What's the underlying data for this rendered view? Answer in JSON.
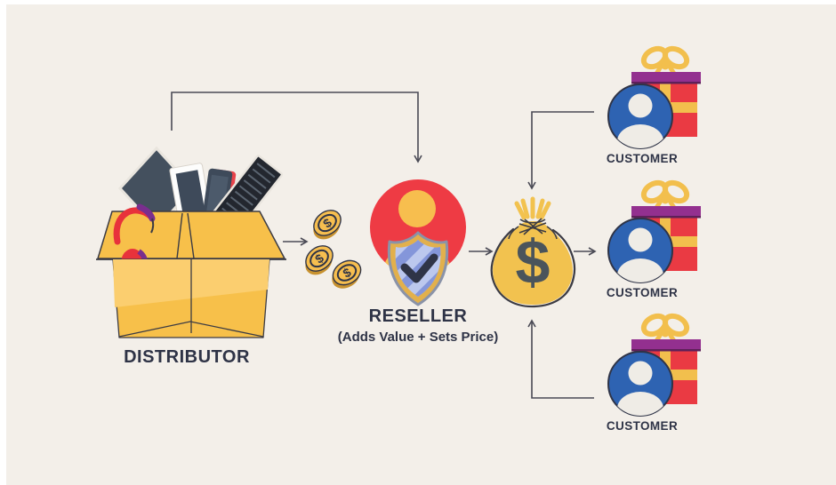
{
  "diagram_title": "distribution-channel-flow",
  "palette": {
    "background": "#F3EFE9",
    "page_border": "#FFFFFF",
    "arrow_line": "#4A4A55",
    "text": "#2E3346",
    "red": "#EE3B44",
    "gift_red": "#EA3A43",
    "yellow": "#F6BE4F",
    "yellow_light": "#FBCE6F",
    "bag_yellow": "#F2C24F",
    "blue_avatar": "#2E63B2",
    "shield_blue_light": "#BCC8EE",
    "shield_blue_stripe": "#8496DA",
    "shield_gold_rim": "#E2B04C",
    "purple": "#93308F",
    "device_dark": "#3E4A5A",
    "outline_dark": "#2F3447",
    "bag_dollar": "#4A545B",
    "coin_edge": "#C8922F"
  },
  "nodes": {
    "distributor": {
      "label": "DISTRIBUTOR",
      "icon": "open-box-with-electronics"
    },
    "coins": {
      "icon": "dollar-coins",
      "symbol": "$",
      "count": 3
    },
    "reseller": {
      "label": "RESELLER",
      "sublabel": "(Adds Value + Sets Price)",
      "icon": "person-with-shield-check"
    },
    "money_bag": {
      "icon": "money-bag",
      "symbol": "$"
    },
    "customers": [
      {
        "label": "CUSTOMER",
        "icon": "person-with-gift"
      },
      {
        "label": "CUSTOMER",
        "icon": "person-with-gift"
      },
      {
        "label": "CUSTOMER",
        "icon": "person-with-gift"
      }
    ]
  },
  "edges": [
    {
      "from": "distributor",
      "to": "reseller",
      "style": "elbow-over-top"
    },
    {
      "from": "distributor",
      "to": "coins",
      "style": "straight-right"
    },
    {
      "from": "reseller",
      "to": "money-bag",
      "style": "straight-right"
    },
    {
      "from": "money-bag",
      "to": "customer-2",
      "style": "straight-right"
    },
    {
      "from": "customer-1",
      "to": "money-bag",
      "style": "elbow-down"
    },
    {
      "from": "customer-3",
      "to": "money-bag",
      "style": "elbow-up"
    }
  ]
}
